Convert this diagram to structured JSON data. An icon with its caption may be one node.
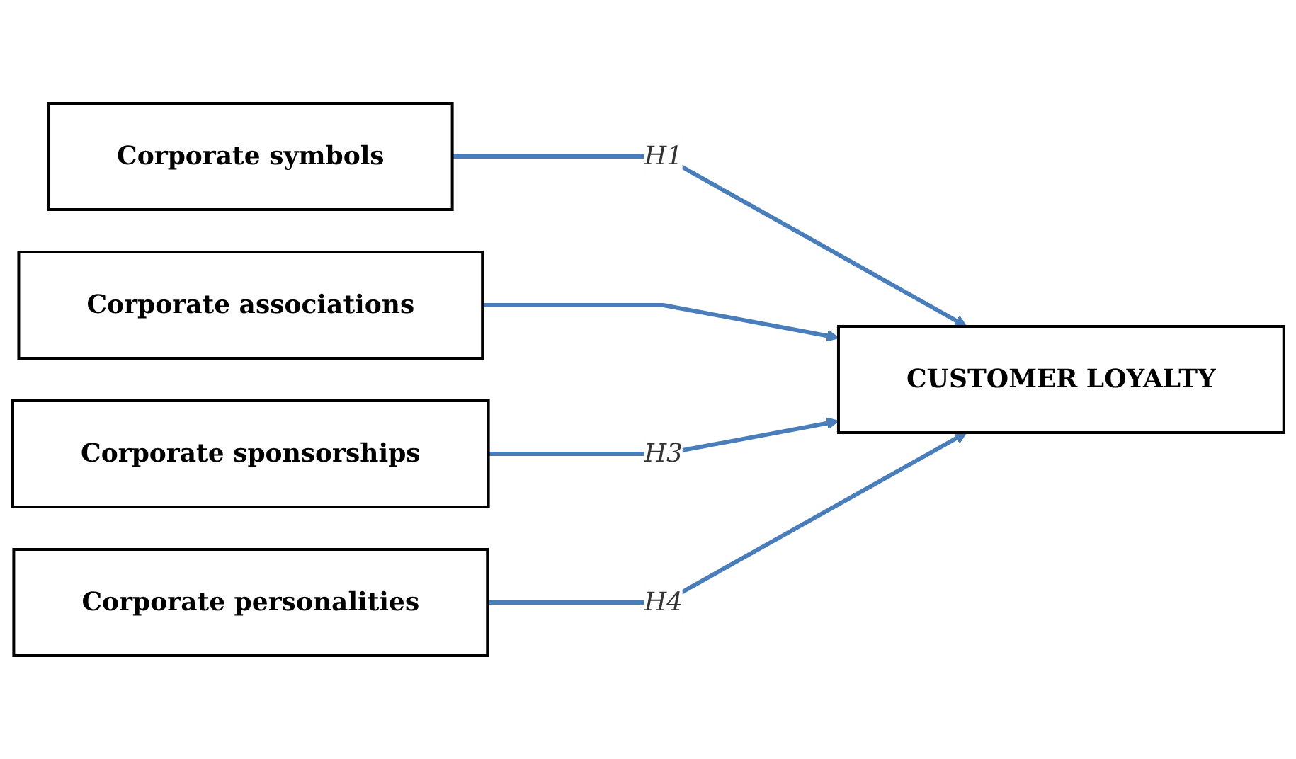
{
  "diagram": {
    "nodes": [
      {
        "text": [
          "Corporate symbols"
        ]
      },
      {
        "text": [
          "Corporate associations"
        ]
      },
      {
        "text": [
          "Corporate sponsorships"
        ]
      },
      {
        "text": [
          "Corporate personalities"
        ]
      },
      {
        "text": [
          "CUSTOMER LOYALTY"
        ]
      }
    ],
    "edges": [
      {
        "from": 0,
        "to": 4,
        "arrow": "to",
        "label": "H1"
      },
      {
        "from": 1,
        "to": 4,
        "arrow": "to"
      },
      {
        "from": 2,
        "to": 4,
        "arrow": "to",
        "label": "H3"
      },
      {
        "from": 3,
        "to": 4,
        "arrow": "to",
        "label": "H4"
      }
    ]
  }
}
